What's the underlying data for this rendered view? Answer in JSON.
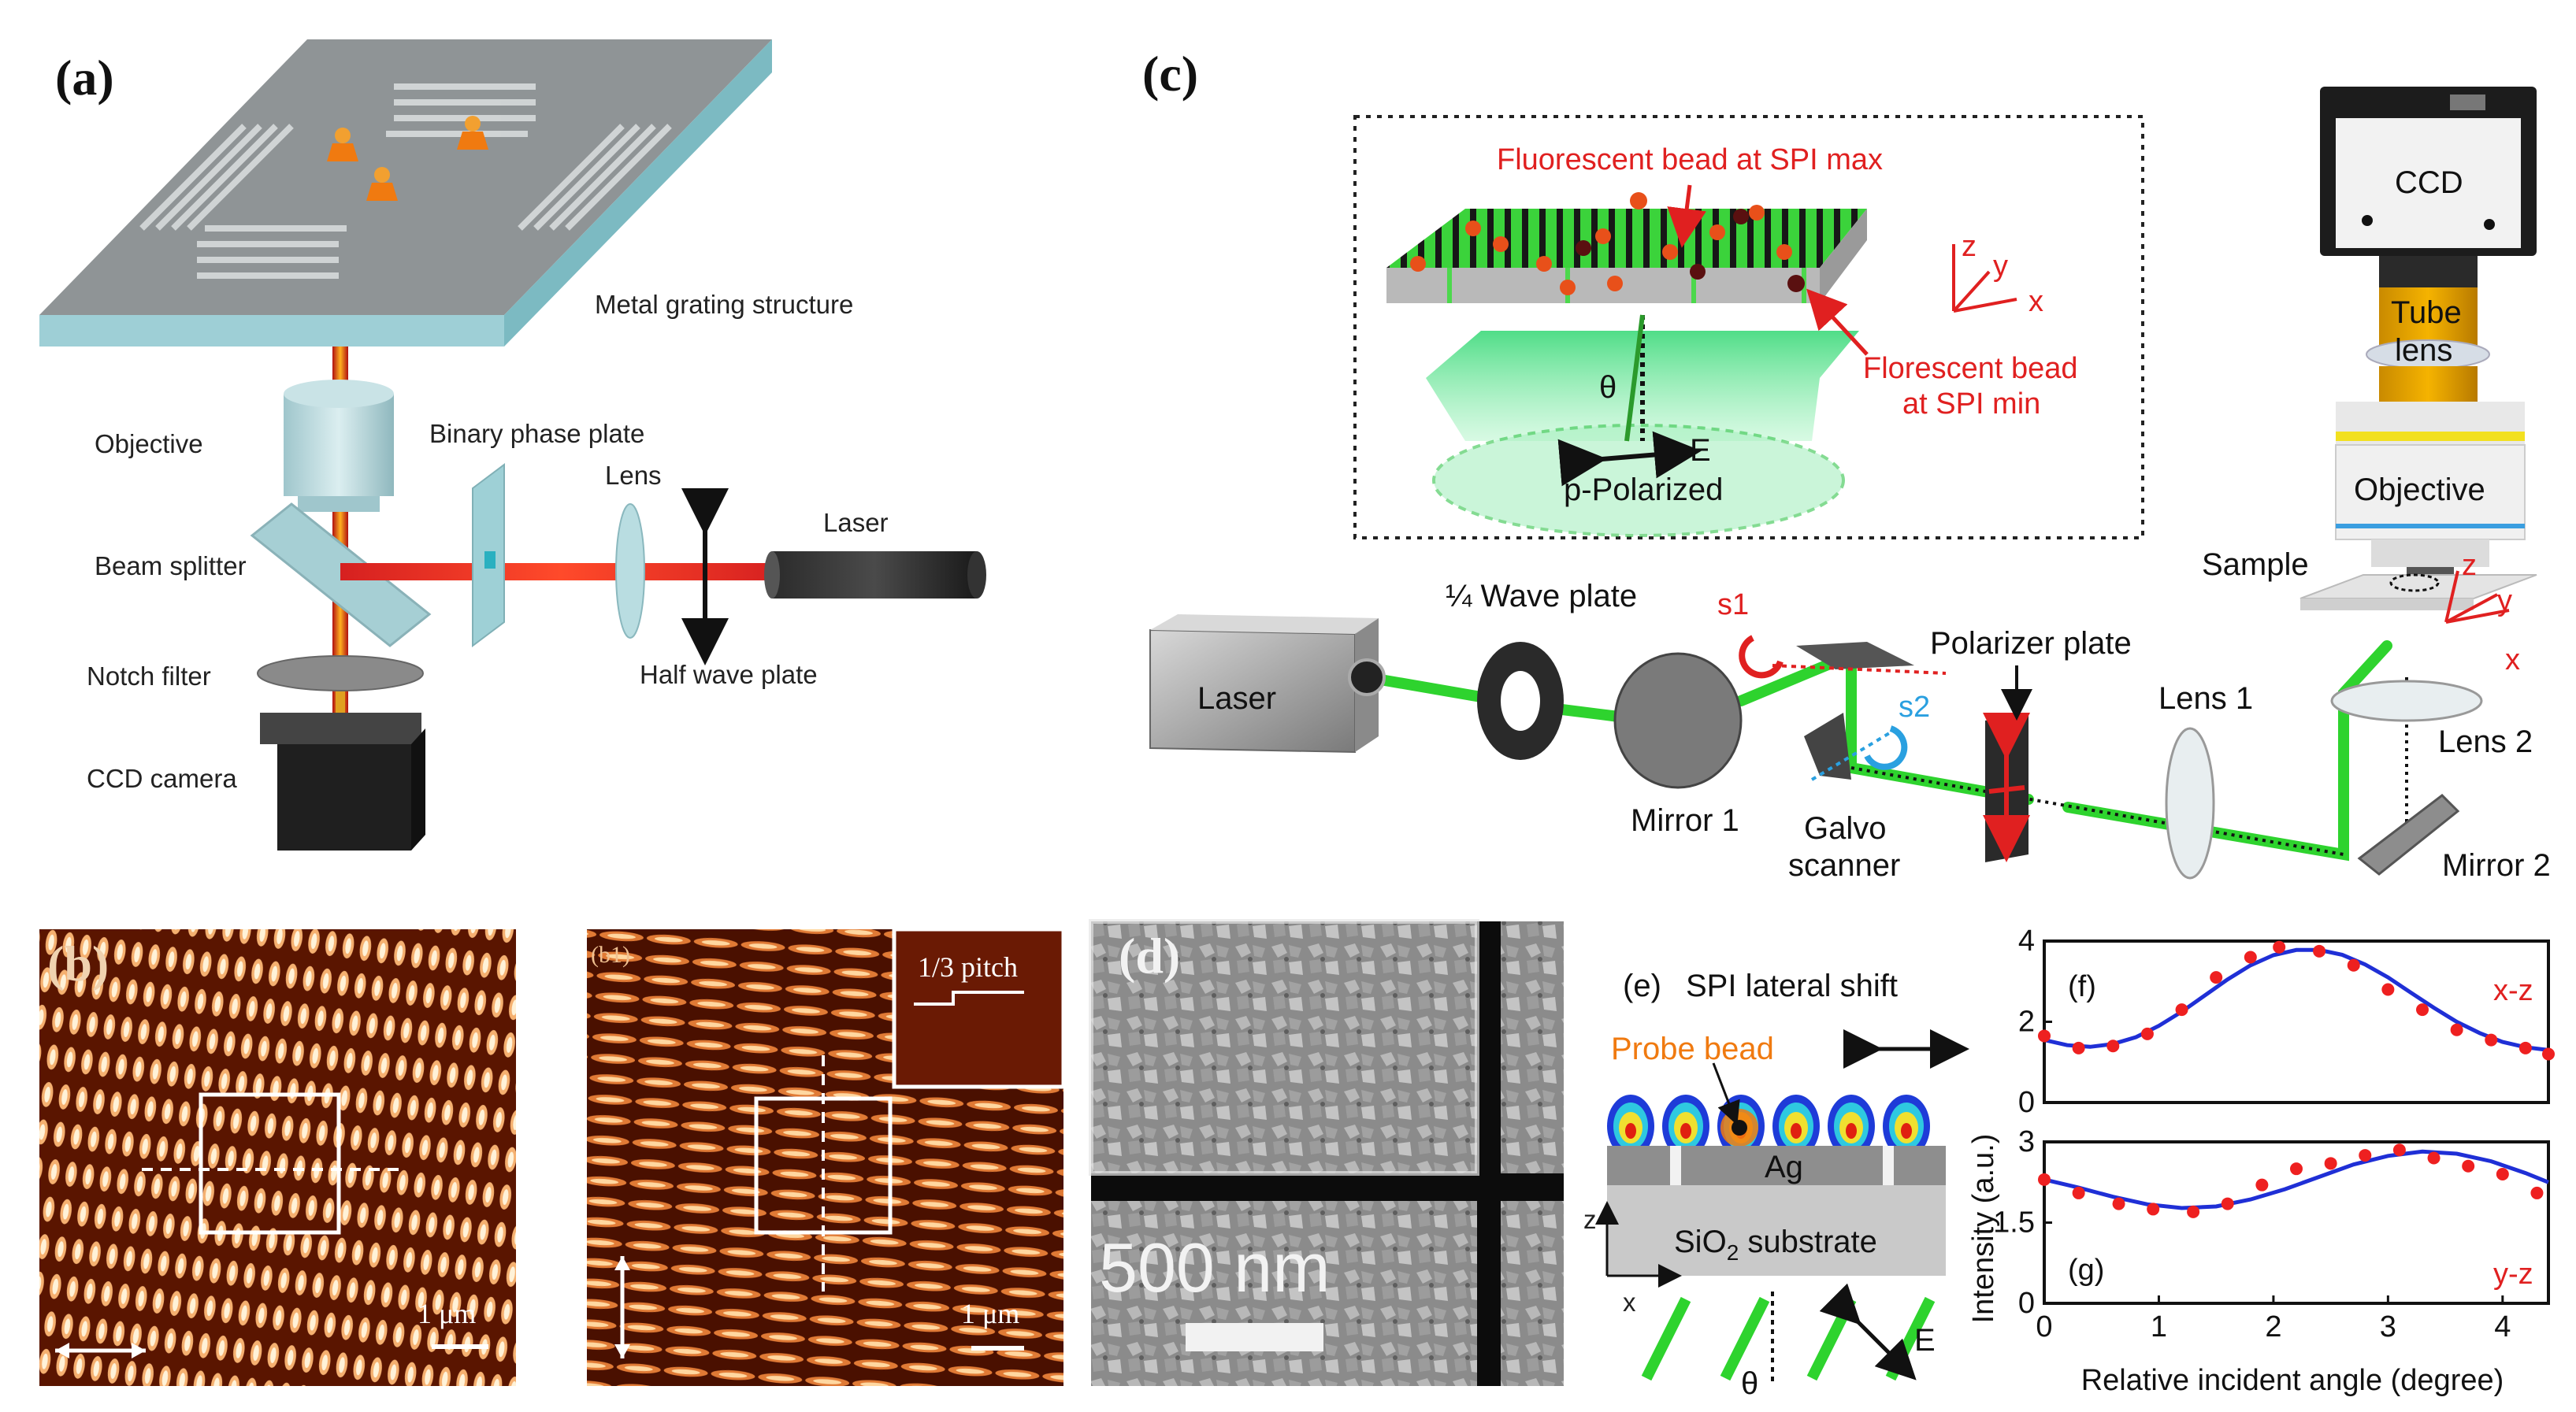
{
  "panel_a": {
    "letter": "(a)",
    "labels": {
      "grating": "Metal grating structure",
      "objective": "Objective",
      "phase_plate": "Binary phase plate",
      "lens": "Lens",
      "laser": "Laser",
      "beam_splitter": "Beam splitter",
      "notch": "Notch filter",
      "half_wave": "Half wave plate",
      "ccd": "CCD camera"
    }
  },
  "panel_b": {
    "letter": "(b)",
    "scale": "1 μm"
  },
  "panel_b1": {
    "letter": "(b1)",
    "inset": "1/3 pitch",
    "scale": "1 μm"
  },
  "panel_c": {
    "letter": "(c)",
    "inset": {
      "bead_max": "Fluorescent bead at SPI max",
      "bead_min_1": "Florescent bead",
      "bead_min_2": "at SPI min",
      "theta": "θ",
      "e": "E",
      "pol": "p-Polarized",
      "ax_z": "z",
      "ax_y": "y",
      "ax_x": "x"
    },
    "ccd": "CCD",
    "tube_1": "Tube",
    "tube_2": "lens",
    "objective": "Objective",
    "sample": "Sample",
    "sample_z": "z",
    "sample_y": "y",
    "sample_x": "x",
    "laser": "Laser",
    "waveplate": "¼ Wave plate",
    "mirror1": "Mirror 1",
    "s1": "s1",
    "s2": "s2",
    "galvo_1": "Galvo",
    "galvo_2": "scanner",
    "polarizer": "Polarizer plate",
    "lens1": "Lens 1",
    "lens2": "Lens 2",
    "mirror2": "Mirror 2"
  },
  "panel_d": {
    "letter": "(d)",
    "scale": "500 nm"
  },
  "panel_e": {
    "letter": "(e)",
    "title": "SPI lateral shift",
    "probe": "Probe bead",
    "ag": "Ag",
    "substrate_a": "SiO",
    "substrate_sub": "2",
    "substrate_b": " substrate",
    "z": "z",
    "x": "x",
    "theta": "θ",
    "e": "E"
  },
  "chart_data": [
    {
      "type": "scatter",
      "panel": "(f)",
      "annotation": "x-z",
      "xlabel": "Relative incident angle (degree)",
      "ylabel": "Intensity (a.u.)",
      "xlim": [
        0,
        4.4
      ],
      "ylim": [
        0,
        4
      ],
      "yticks": [
        0,
        2,
        4
      ],
      "series": [
        {
          "x": [
            0,
            0.3,
            0.6,
            0.9,
            1.2,
            1.5,
            1.8,
            2.05,
            2.4,
            2.7,
            3.0,
            3.3,
            3.6,
            3.9,
            4.2,
            4.4
          ],
          "y": [
            1.65,
            1.35,
            1.4,
            1.7,
            2.3,
            3.1,
            3.6,
            3.85,
            3.75,
            3.4,
            2.8,
            2.3,
            1.8,
            1.55,
            1.35,
            1.2
          ]
        },
        {
          "fit": true,
          "x": [
            0,
            0.2,
            0.4,
            0.6,
            0.8,
            1.0,
            1.2,
            1.4,
            1.6,
            1.8,
            2.0,
            2.2,
            2.4,
            2.6,
            2.8,
            3.0,
            3.2,
            3.4,
            3.6,
            3.8,
            4.0,
            4.2,
            4.4
          ],
          "y": [
            1.55,
            1.42,
            1.38,
            1.45,
            1.62,
            1.9,
            2.25,
            2.65,
            3.05,
            3.4,
            3.65,
            3.78,
            3.78,
            3.66,
            3.42,
            3.1,
            2.72,
            2.35,
            2.0,
            1.72,
            1.5,
            1.37,
            1.3
          ]
        }
      ]
    },
    {
      "type": "scatter",
      "panel": "(g)",
      "annotation": "y-z",
      "xlabel": "Relative incident angle (degree)",
      "ylabel": "Intensity (a.u.)",
      "xlim": [
        0,
        4.4
      ],
      "ylim": [
        0,
        3
      ],
      "yticks": [
        0,
        1.5,
        3
      ],
      "xticks": [
        0,
        1,
        2,
        3,
        4
      ],
      "series": [
        {
          "x": [
            0,
            0.3,
            0.65,
            0.95,
            1.3,
            1.6,
            1.9,
            2.2,
            2.5,
            2.8,
            3.1,
            3.4,
            3.7,
            4.0,
            4.3
          ],
          "y": [
            2.3,
            2.05,
            1.85,
            1.75,
            1.7,
            1.85,
            2.2,
            2.5,
            2.6,
            2.75,
            2.85,
            2.7,
            2.55,
            2.4,
            2.05
          ]
        },
        {
          "fit": true,
          "x": [
            0,
            0.3,
            0.6,
            0.9,
            1.2,
            1.5,
            1.8,
            2.1,
            2.4,
            2.7,
            3.0,
            3.3,
            3.6,
            3.9,
            4.2,
            4.4
          ],
          "y": [
            2.3,
            2.15,
            1.98,
            1.84,
            1.77,
            1.8,
            1.93,
            2.12,
            2.35,
            2.58,
            2.74,
            2.82,
            2.78,
            2.64,
            2.42,
            2.25
          ]
        }
      ]
    }
  ],
  "colors": {
    "laser_red": "#d62020",
    "beam_green": "#33cc33",
    "fit_blue": "#1f2fd6",
    "point_red": "#ee2020",
    "annot_red": "#e02020"
  }
}
